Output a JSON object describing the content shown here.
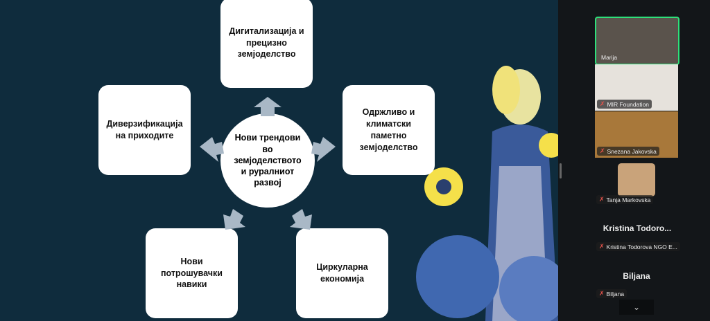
{
  "slide": {
    "center": "Нови трендови\nво\nземјоделството\nи руралниот\nразвој",
    "boxes": [
      "Дигитализација и\nпрецизно\nземјоделство",
      "Одржливо и\nклиматски\nпаметно\nземјоделство",
      "Циркуларна\nекономија",
      "Нови\nпотрошувачки\nнавики",
      "Диверзификација\nна приходите"
    ]
  },
  "participants": [
    {
      "name": "Marija",
      "muted": false,
      "active": true
    },
    {
      "name": "MIR Foundation",
      "muted": true
    },
    {
      "name": "Snezana Jakovska",
      "muted": true
    },
    {
      "name": "Tanja Markovska",
      "muted": true
    },
    {
      "name": "Kristina Todorova NGO E...",
      "display": "Kristina  Todoro...",
      "muted": true
    },
    {
      "name": "Biljana",
      "display": "Biljana",
      "muted": true
    }
  ],
  "colors": {
    "slide_bg": "#0f2c3d",
    "accent": "#2ee07a",
    "arrow": "#a9b8c6"
  }
}
